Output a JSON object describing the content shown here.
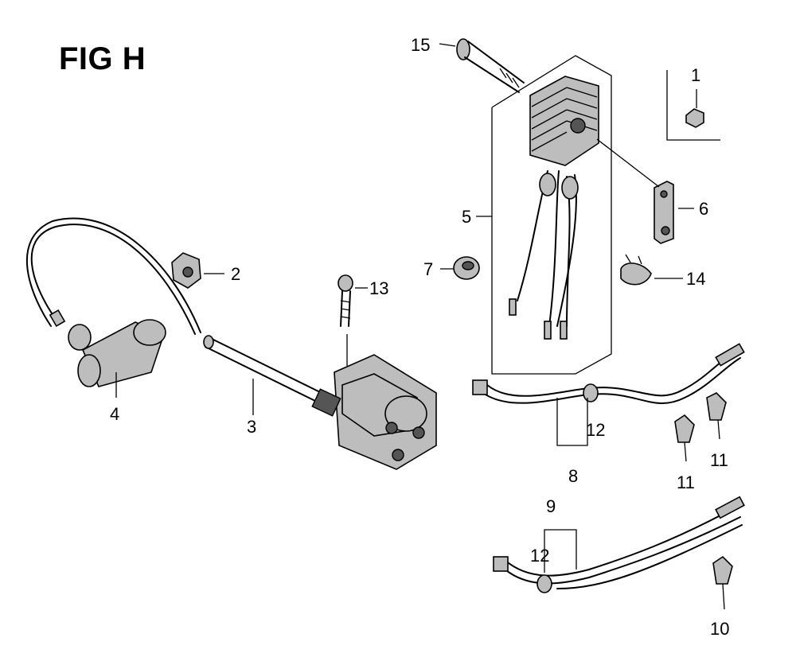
{
  "figure": {
    "title": "FIG H"
  },
  "callouts": {
    "c1": "1",
    "c2": "2",
    "c3": "3",
    "c4": "4",
    "c5": "5",
    "c6": "6",
    "c7": "7",
    "c8": "8",
    "c9": "9",
    "c10": "10",
    "c11a": "11",
    "c11b": "11",
    "c12a": "12",
    "c12b": "12",
    "c13": "13",
    "c14": "14",
    "c15": "15"
  }
}
